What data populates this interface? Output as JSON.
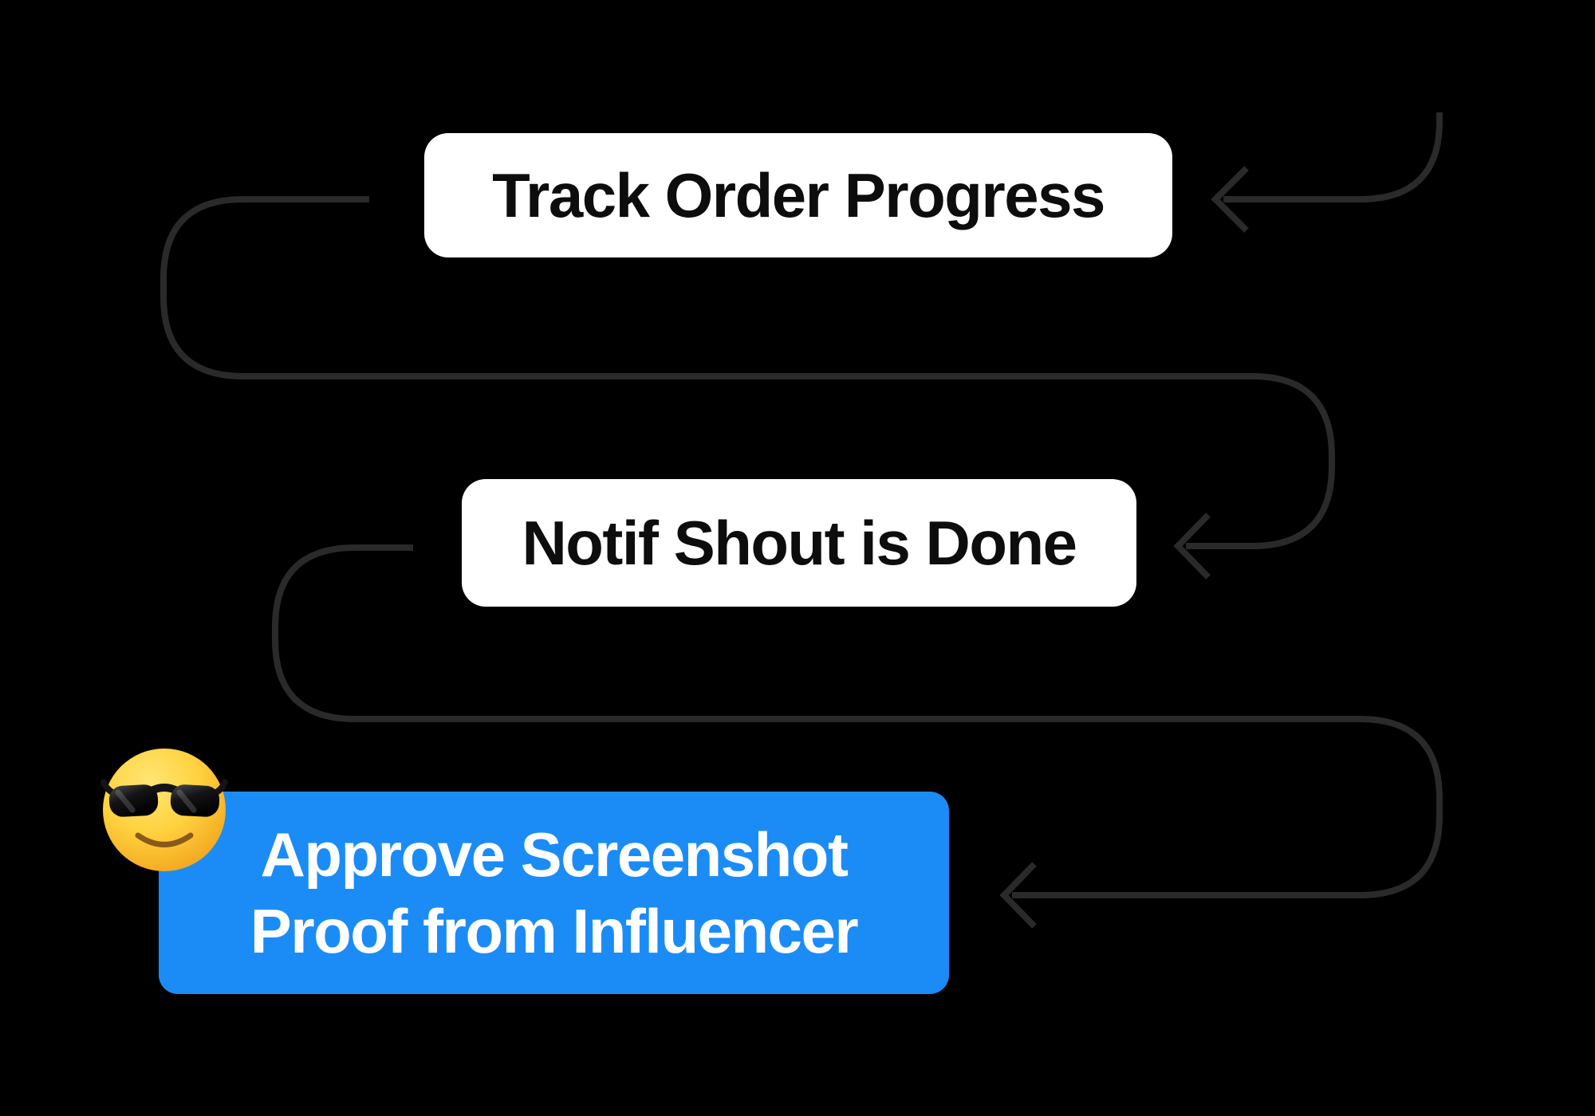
{
  "colors": {
    "bg": "#000000",
    "node_bg": "#ffffff",
    "node_text": "#0d0d0d",
    "accent": "#1b8cf6",
    "accent_text": "#ffffff",
    "connector": "#2a2a2a"
  },
  "nodes": {
    "track": {
      "label": "Track Order Progress"
    },
    "notif": {
      "label": "Notif Shout is Done"
    },
    "approve": {
      "label": "Approve Screenshot Proof from Influencer",
      "line1": "Approve Screenshot",
      "line2": "Proof from Influencer",
      "icon": "sunglasses-face-emoji"
    }
  }
}
